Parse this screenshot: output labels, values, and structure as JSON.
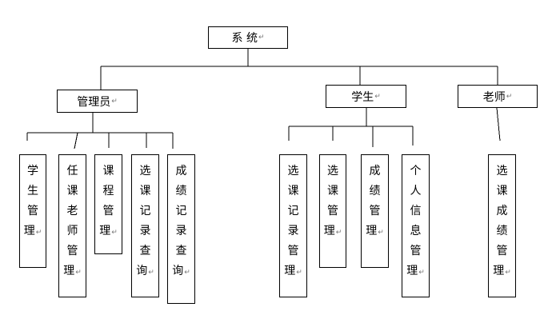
{
  "root": {
    "label": "系 统"
  },
  "roles": [
    {
      "label": "管理员",
      "modules": [
        "学生管理",
        "任课老师管理",
        "课程管理",
        "选课记录查询",
        "成绩记录查询"
      ]
    },
    {
      "label": "学生",
      "modules": [
        "选课记录管理",
        "选课管理",
        "成绩管理",
        "个人信息管理"
      ]
    },
    {
      "label": "老师",
      "modules": [
        "选课成绩管理"
      ]
    }
  ],
  "paragraph_mark": "↵"
}
